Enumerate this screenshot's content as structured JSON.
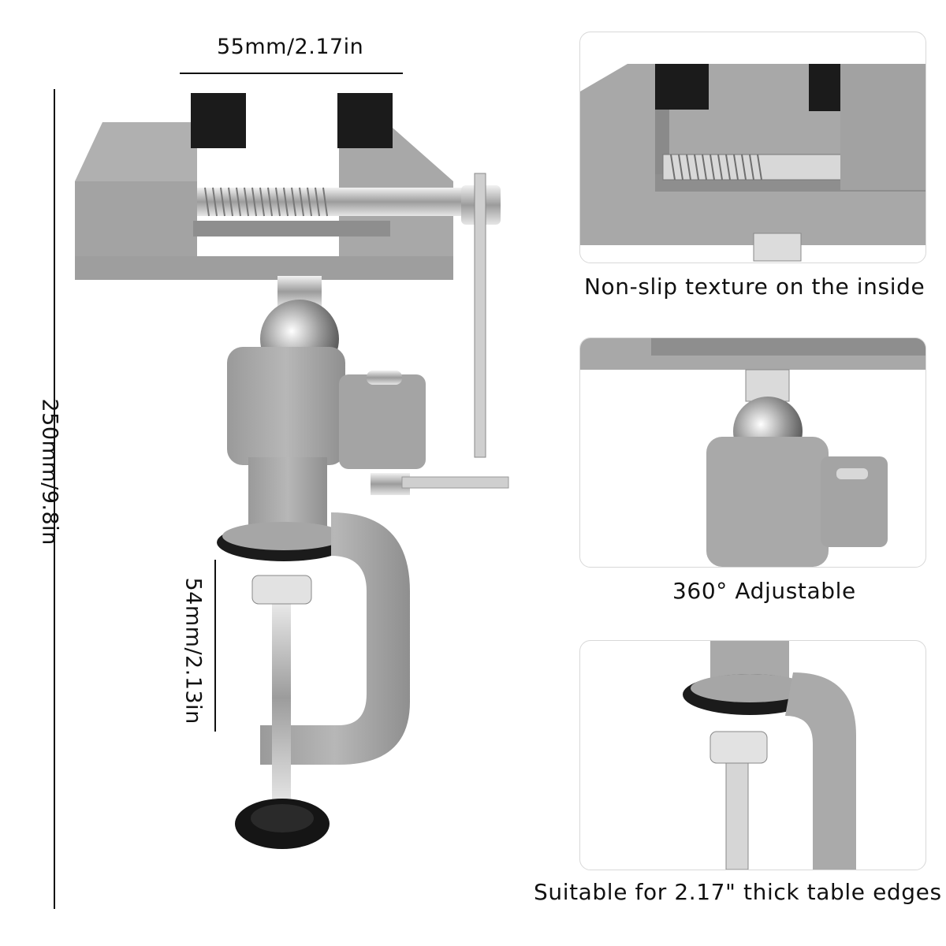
{
  "dimensions": {
    "jaw_width": "55mm/2.17in",
    "total_height": "250mm/9.8in",
    "clamp_opening": "54mm/2.13in"
  },
  "panels": [
    {
      "caption": "Non-slip texture on the inside",
      "detail": "jaw-closeup"
    },
    {
      "caption": "360° Adjustable",
      "detail": "ball-joint-closeup"
    },
    {
      "caption": "Suitable for 2.17\" thick table edges",
      "detail": "clamp-closeup"
    }
  ],
  "colors": {
    "body": "#a9a9a9",
    "body_shadow": "#8e8e8e",
    "rubber": "#1b1b1b",
    "steel": "#d9d9d9",
    "text": "#111111"
  }
}
